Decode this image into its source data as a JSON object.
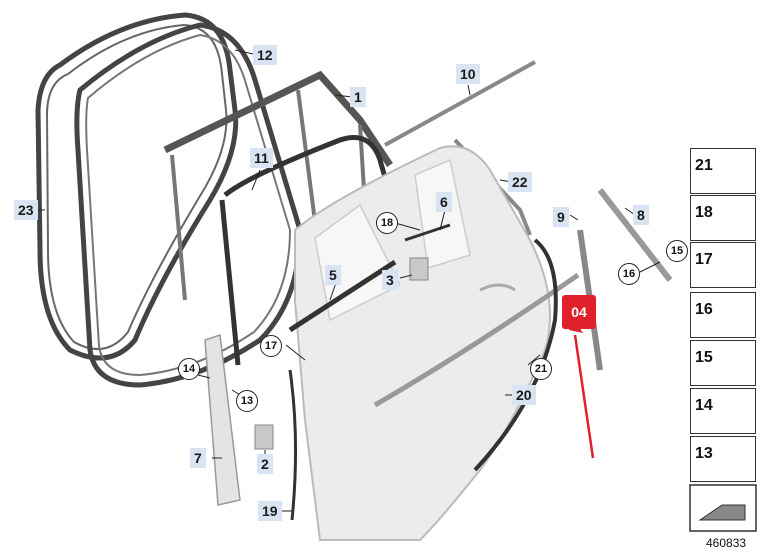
{
  "parts": {
    "p1": "1",
    "p2": "2",
    "p3": "3",
    "p5": "5",
    "p6": "6",
    "p7": "7",
    "p8": "8",
    "p9": "9",
    "p10": "10",
    "p11": "11",
    "p12": "12",
    "p19": "19",
    "p20": "20",
    "p22": "22",
    "p23": "23"
  },
  "circled": {
    "c13": "13",
    "c14": "14",
    "c15": "15",
    "c16": "16",
    "c17a": "17",
    "c18": "18",
    "c21": "21"
  },
  "callout": {
    "label": "04",
    "color": "#e0202a"
  },
  "side_panel": [
    "21",
    "18",
    "17",
    "16",
    "15",
    "14",
    "13"
  ],
  "diagram_id": "460833",
  "colors": {
    "label_bg": "#d9e4f2",
    "seal": "#555555",
    "door": "#ececec"
  }
}
